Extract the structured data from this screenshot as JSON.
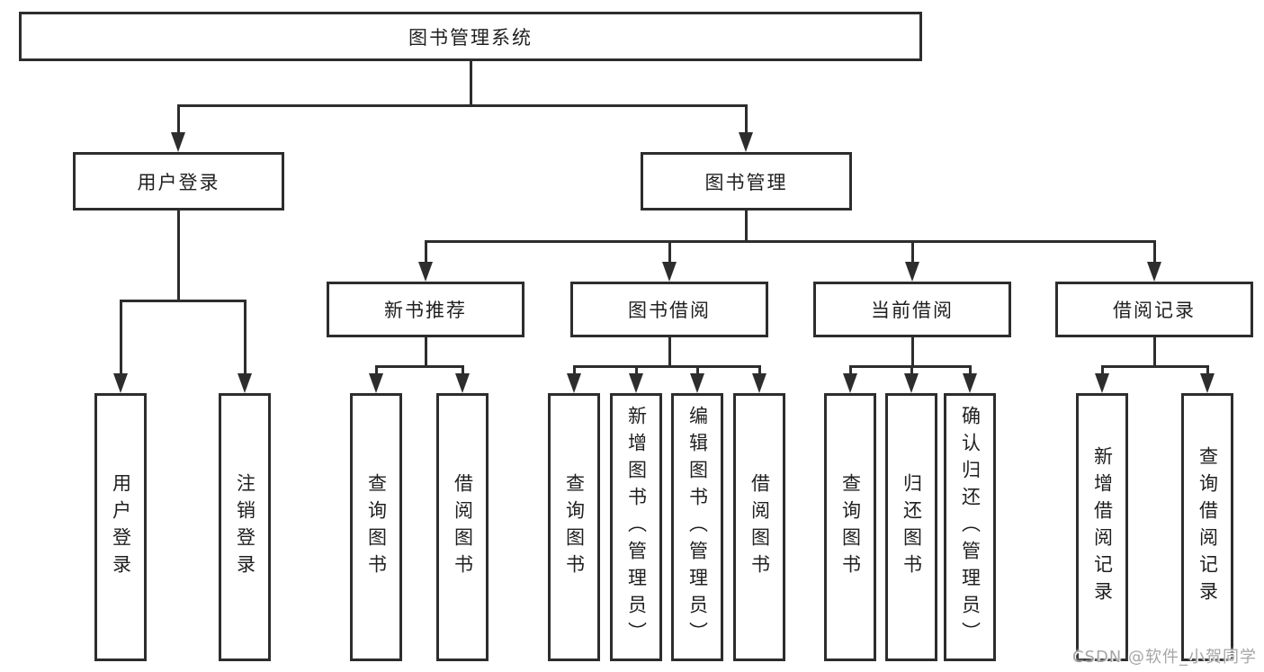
{
  "root": {
    "label": "图书管理系统"
  },
  "level1": [
    {
      "label": "用户登录"
    },
    {
      "label": "图书管理"
    }
  ],
  "level2": [
    {
      "label": "新书推荐",
      "parent": "图书管理"
    },
    {
      "label": "图书借阅",
      "parent": "图书管理"
    },
    {
      "label": "当前借阅",
      "parent": "图书管理"
    },
    {
      "label": "借阅记录",
      "parent": "图书管理"
    }
  ],
  "leaves": [
    {
      "label": "用户登录",
      "parent": "用户登录"
    },
    {
      "label": "注销登录",
      "parent": "用户登录"
    },
    {
      "label": "查询图书",
      "parent": "新书推荐"
    },
    {
      "label": "借阅图书",
      "parent": "新书推荐"
    },
    {
      "label": "查询图书",
      "parent": "图书借阅"
    },
    {
      "label": "新增图书（管理员）",
      "parent": "图书借阅"
    },
    {
      "label": "编辑图书（管理员）",
      "parent": "图书借阅"
    },
    {
      "label": "借阅图书",
      "parent": "图书借阅"
    },
    {
      "label": "查询图书",
      "parent": "当前借阅"
    },
    {
      "label": "归还图书",
      "parent": "当前借阅"
    },
    {
      "label": "确认归还（管理员）",
      "parent": "当前借阅"
    },
    {
      "label": "新增借阅记录",
      "parent": "借阅记录"
    },
    {
      "label": "查询借阅记录",
      "parent": "借阅记录"
    }
  ],
  "watermark": "CSDN @软件_小贺同学",
  "colors": {
    "line": "#2d2d2d",
    "text": "#1f1f1f",
    "box_background": "#ffffff",
    "watermark": "#a6a6a6"
  }
}
